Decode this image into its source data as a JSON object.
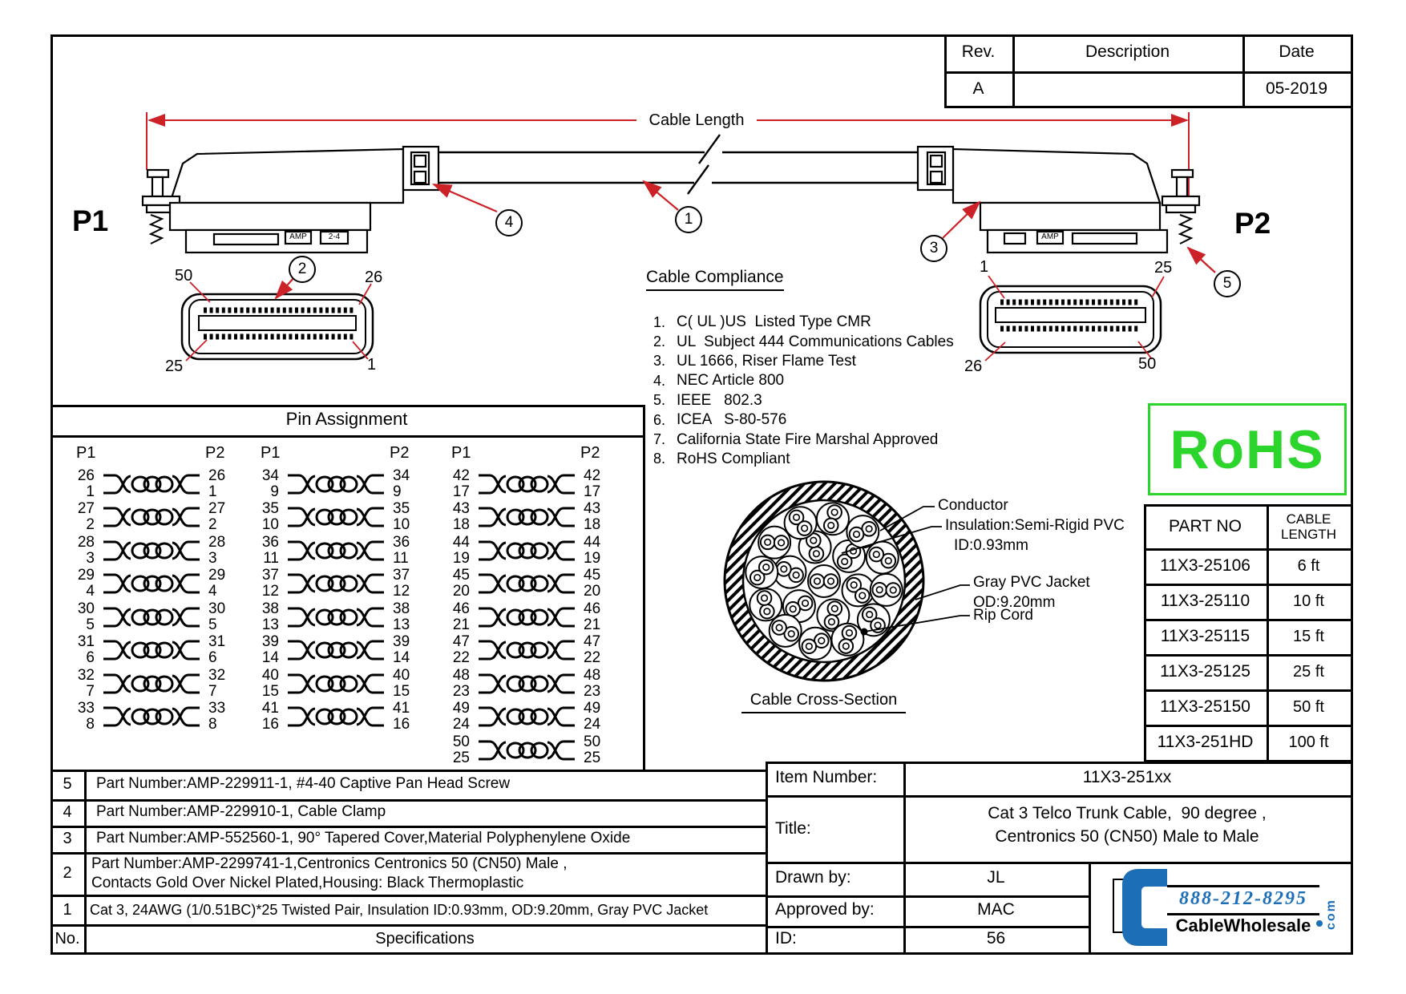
{
  "revision": {
    "rev_header": "Rev.",
    "description_header": "Description",
    "date_header": "Date",
    "rev": "A",
    "description": "",
    "date": "05-2019"
  },
  "drawing": {
    "p1": "P1",
    "p2": "P2",
    "cable_length": "Cable Length",
    "amp": "AMP",
    "p1_mark": "2-4",
    "callouts": [
      "1",
      "2",
      "3",
      "4",
      "5"
    ],
    "p1_face": {
      "tl": "50",
      "tr": "26",
      "bl": "25",
      "br": "1"
    },
    "p2_face": {
      "tl": "1",
      "tr": "25",
      "bl": "26",
      "br": "50"
    }
  },
  "pin_assignment": {
    "title": "Pin Assignment",
    "p1_header": "P1",
    "p2_header": "P2",
    "groups": [
      {
        "pairs": [
          [
            "26",
            "1"
          ],
          [
            "27",
            "2"
          ],
          [
            "28",
            "3"
          ],
          [
            "29",
            "4"
          ],
          [
            "30",
            "5"
          ],
          [
            "31",
            "6"
          ],
          [
            "32",
            "7"
          ],
          [
            "33",
            "8"
          ]
        ]
      },
      {
        "pairs": [
          [
            "34",
            "9"
          ],
          [
            "35",
            "10"
          ],
          [
            "36",
            "11"
          ],
          [
            "37",
            "12"
          ],
          [
            "38",
            "13"
          ],
          [
            "39",
            "14"
          ],
          [
            "40",
            "15"
          ],
          [
            "41",
            "16"
          ]
        ]
      },
      {
        "pairs": [
          [
            "42",
            "17"
          ],
          [
            "43",
            "18"
          ],
          [
            "44",
            "19"
          ],
          [
            "45",
            "20"
          ],
          [
            "46",
            "21"
          ],
          [
            "47",
            "22"
          ],
          [
            "48",
            "23"
          ],
          [
            "49",
            "24"
          ],
          [
            "50",
            "25"
          ]
        ]
      }
    ]
  },
  "compliance": {
    "title": "Cable Compliance",
    "items": [
      {
        "n": "1.",
        "text": "C( UL )US  Listed Type CMR"
      },
      {
        "n": "2.",
        "text": "UL  Subject 444 Communications Cables"
      },
      {
        "n": "3.",
        "text": "UL 1666, Riser Flame Test"
      },
      {
        "n": "4.",
        "text": "NEC Article 800"
      },
      {
        "n": "5.",
        "text": "IEEE   802.3"
      },
      {
        "n": "6.",
        "text": "ICEA   S-80-576"
      },
      {
        "n": "7.",
        "text": "California State Fire Marshal Approved"
      },
      {
        "n": "8.",
        "text": "RoHS Compliant"
      }
    ]
  },
  "cross_section": {
    "title": "Cable Cross-Section",
    "conductor": "Conductor",
    "insulation": "Insulation:Semi-Rigid PVC",
    "insulation_id": "ID:0.93mm",
    "jacket": "Gray PVC Jacket",
    "jacket_od": "OD:9.20mm",
    "rip_cord": "Rip Cord"
  },
  "rohs": {
    "label": "RoHS",
    "color": "#2bd52b"
  },
  "part_table": {
    "col1_header": "PART NO",
    "col2_header_line1": "CABLE",
    "col2_header_line2": "LENGTH",
    "rows": [
      [
        "11X3-25106",
        "6 ft"
      ],
      [
        "11X3-25110",
        "10 ft"
      ],
      [
        "11X3-25115",
        "15 ft"
      ],
      [
        "11X3-25125",
        "25 ft"
      ],
      [
        "11X3-25150",
        "50 ft"
      ],
      [
        "11X3-251HD",
        "100 ft"
      ]
    ]
  },
  "specs": {
    "rows": [
      {
        "no": "5",
        "text": "Part Number:AMP-229911-1, #4-40 Captive Pan Head Screw"
      },
      {
        "no": "4",
        "text": "Part Number:AMP-229910-1, Cable Clamp"
      },
      {
        "no": "3",
        "text": "Part Number:AMP-552560-1, 90° Tapered Cover,Material Polyphenylene Oxide"
      },
      {
        "no": "2",
        "text": "Part Number:AMP-2299741-1,Centronics Centronics 50 (CN50) Male ,\nContacts Gold Over Nickel Plated,Housing: Black  Thermoplastic"
      },
      {
        "no": "1",
        "text": "Cat 3, 24AWG (1/0.51BC)*25 Twisted Pair, Insulation ID:0.93mm, OD:9.20mm, Gray PVC Jacket"
      }
    ],
    "footer_no": "No.",
    "footer": "Specifications"
  },
  "title_block": {
    "item_number_label": "Item Number:",
    "item_number": "11X3-251xx",
    "title_label": "Title:",
    "title_line1": "Cat 3 Telco Trunk Cable,  90 degree ,",
    "title_line2": "Centronics 50 (CN50) Male to Male",
    "drawn_by_label": "Drawn by:",
    "drawn_by": "JL",
    "approved_by_label": "Approved by:",
    "approved_by": "MAC",
    "id_label": "ID:",
    "id": "56"
  },
  "logo": {
    "phone": "888-212-8295",
    "name": "CableWholesale",
    "tld": "com",
    "brand_blue": "#1c6fb7"
  }
}
